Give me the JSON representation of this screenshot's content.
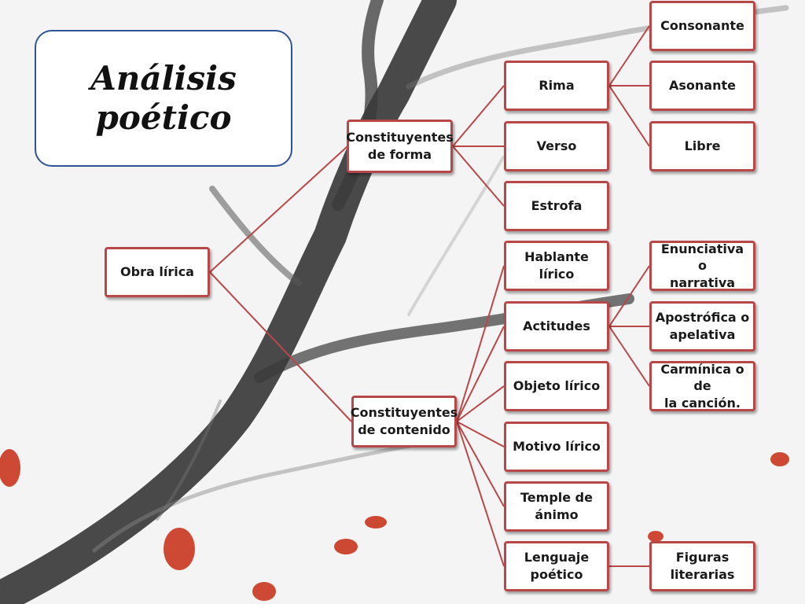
{
  "title": "Análisis poético",
  "root": {
    "label": "Obra lírica"
  },
  "forma": {
    "label": "Constituyentes\nde forma",
    "rima": {
      "label": "Rima",
      "types": [
        "Consonante",
        "Asonante",
        "Libre"
      ]
    },
    "verso": "Verso",
    "estrofa": "Estrofa"
  },
  "contenido": {
    "label": "Constituyentes\nde contenido",
    "hablante": "Hablante lírico",
    "actitudes": {
      "label": "Actitudes",
      "types": [
        "Enunciativa o\nnarrativa",
        "Apostrófica o\napelativa",
        "Carmínica o de\nla canción."
      ]
    },
    "objeto": "Objeto lírico",
    "motivo": "Motivo lírico",
    "temple": "Temple de\nánimo",
    "lenguaje": {
      "label": "Lenguaje\npoético",
      "child": "Figuras\nliterarias"
    }
  },
  "colors": {
    "node_border": "#b84848",
    "connector": "#b84848",
    "title_border": "#2f5496"
  }
}
